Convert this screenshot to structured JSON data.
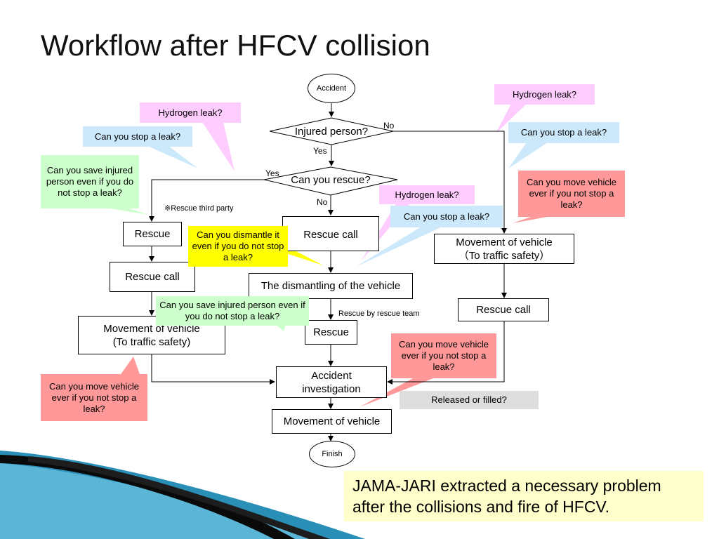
{
  "title": "Workflow after HFCV collision",
  "nodes": {
    "accident": "Accident",
    "injured_person": "Injured person?",
    "can_you_rescue": "Can you rescue?",
    "rescue_left": "Rescue",
    "rescue_call_left": "Rescue call",
    "movement_left": "Movement of vehicle\n(To traffic safety)",
    "rescue_call_center": "Rescue call",
    "dismantling": "The dismantling of the vehicle",
    "rescue_center": "Rescue",
    "accident_investigation": "Accident\ninvestigation",
    "movement_vehicle": "Movement of vehicle",
    "finish": "Finish",
    "movement_right": "Movement of vehicle\n（To traffic  safety）",
    "rescue_call_right": "Rescue call"
  },
  "edge_labels": {
    "no_top": "No",
    "yes_top": "Yes",
    "yes_left": "Yes",
    "no_center": "No"
  },
  "annotations": {
    "rescue_third_party": "※Rescue third party",
    "rescue_by_team": "Rescue by rescue team"
  },
  "callouts": {
    "hydrogen_left": "Hydrogen leak?",
    "stop_leak_left": "Can you stop a leak?",
    "save_injured_left": "Can you save injured person even if you do not stop a leak?",
    "dismantle_yellow": "Can you dismantle it even if you do not stop a leak?",
    "save_injured_center": "Can you save  injured person even if you do not stop a leak?",
    "move_vehicle_left": "Can you move vehicle ever if you not stop a leak?",
    "hydrogen_center": "Hydrogen leak?",
    "stop_leak_center": "Can you stop  a leak?",
    "hydrogen_right": "Hydrogen leak?",
    "stop_leak_right": "Can you stop a leak?",
    "move_vehicle_right": "Can you move vehicle ever if you not stop a leak?",
    "move_vehicle_center": "Can you move vehicle ever if you not stop a leak?",
    "released_filled": "Released or filled?"
  },
  "summary": "JAMA-JARI extracted a necessary problem after the collisions and fire of HFCV.",
  "colors": {
    "pink": "#ffccff",
    "blue": "#cce9fb",
    "green": "#ccffcc",
    "red": "#ff9999",
    "yellow": "#ffff00",
    "grey": "#dddddd",
    "summary_bg": "#ffffcc"
  }
}
